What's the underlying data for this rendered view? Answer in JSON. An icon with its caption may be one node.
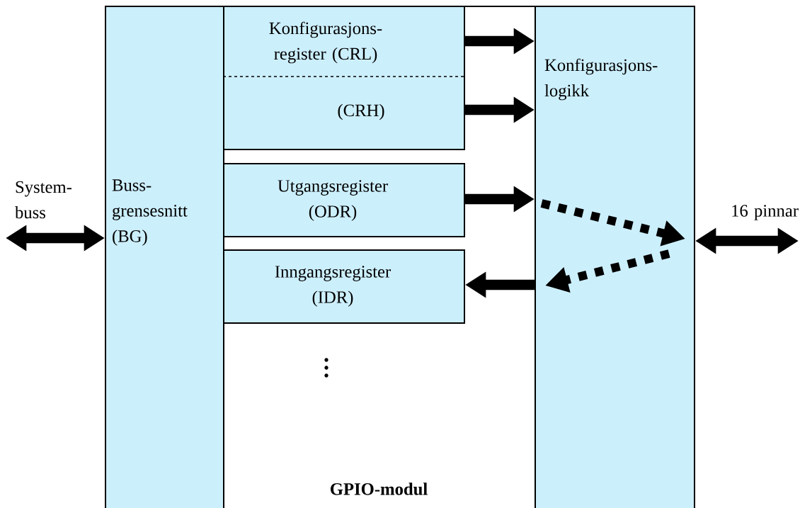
{
  "diagram": {
    "nodes": [
      {
        "text": [
          "GPIO-modul"
        ]
      },
      {
        "text": [
          "Buss- grensesnitt (BG)"
        ],
        "in": 0
      },
      {
        "text": [
          "Konfigurasjons- register (CRL)",
          "(CRH)"
        ],
        "in": 0
      },
      {
        "text": [
          "Utgangsregister (ODR)"
        ],
        "in": 0
      },
      {
        "text": [
          "Inngangsregister (IDR)"
        ],
        "in": 0
      },
      {
        "text": [
          "Konfigurasjons- logikk"
        ],
        "in": 0
      }
    ],
    "edges": [
      {
        "from": null,
        "to": 1,
        "arrow": "both",
        "label": "System- buss"
      },
      {
        "from": 2,
        "to": 5,
        "arrow": "to"
      },
      {
        "from": 2,
        "to": 5,
        "arrow": "to"
      },
      {
        "from": 3,
        "to": 5,
        "arrow": "to"
      },
      {
        "from": 5,
        "to": 4,
        "arrow": "to"
      },
      {
        "from": 5,
        "to": null,
        "arrow": "both",
        "label": "16 pinnar"
      }
    ]
  }
}
